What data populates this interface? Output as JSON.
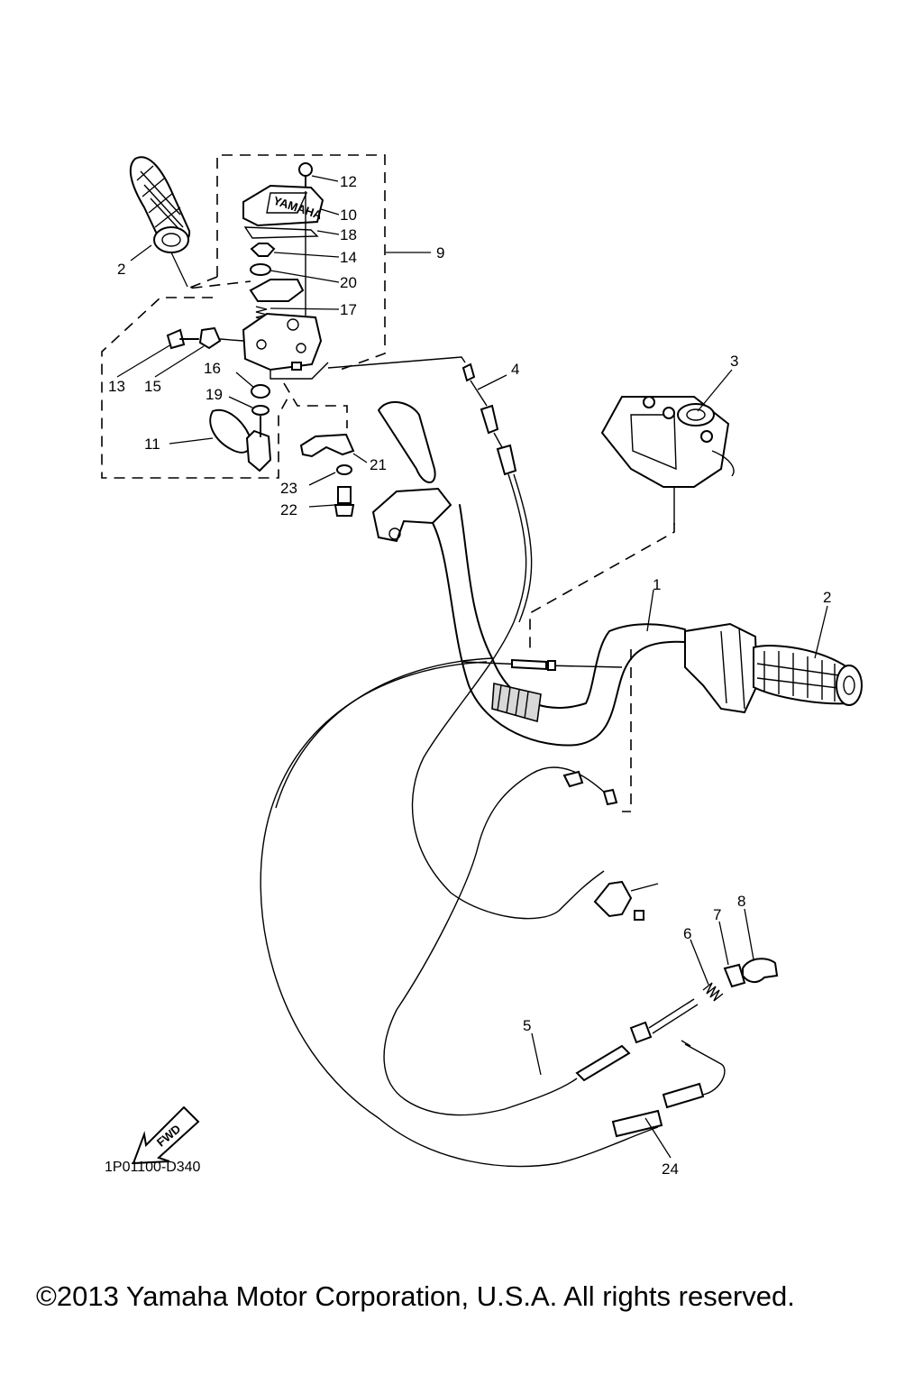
{
  "diagram": {
    "callouts": [
      {
        "id": "1",
        "text": "1"
      },
      {
        "id": "2a",
        "text": "2"
      },
      {
        "id": "2b",
        "text": "2"
      },
      {
        "id": "3",
        "text": "3"
      },
      {
        "id": "4",
        "text": "4"
      },
      {
        "id": "5",
        "text": "5"
      },
      {
        "id": "6",
        "text": "6"
      },
      {
        "id": "7",
        "text": "7"
      },
      {
        "id": "8",
        "text": "8"
      },
      {
        "id": "9",
        "text": "9"
      },
      {
        "id": "10",
        "text": "10"
      },
      {
        "id": "11",
        "text": "11"
      },
      {
        "id": "12",
        "text": "12"
      },
      {
        "id": "13",
        "text": "13"
      },
      {
        "id": "14",
        "text": "14"
      },
      {
        "id": "15",
        "text": "15"
      },
      {
        "id": "16",
        "text": "16"
      },
      {
        "id": "17",
        "text": "17"
      },
      {
        "id": "18",
        "text": "18"
      },
      {
        "id": "19",
        "text": "19"
      },
      {
        "id": "20",
        "text": "20"
      },
      {
        "id": "21",
        "text": "21"
      },
      {
        "id": "22",
        "text": "22"
      },
      {
        "id": "23",
        "text": "23"
      },
      {
        "id": "24",
        "text": "24"
      }
    ],
    "fwd_label": "FWD",
    "diagram_code": "1P01100-D340",
    "copyright": "©2013 Yamaha Motor Corporation, U.S.A. All rights reserved."
  }
}
